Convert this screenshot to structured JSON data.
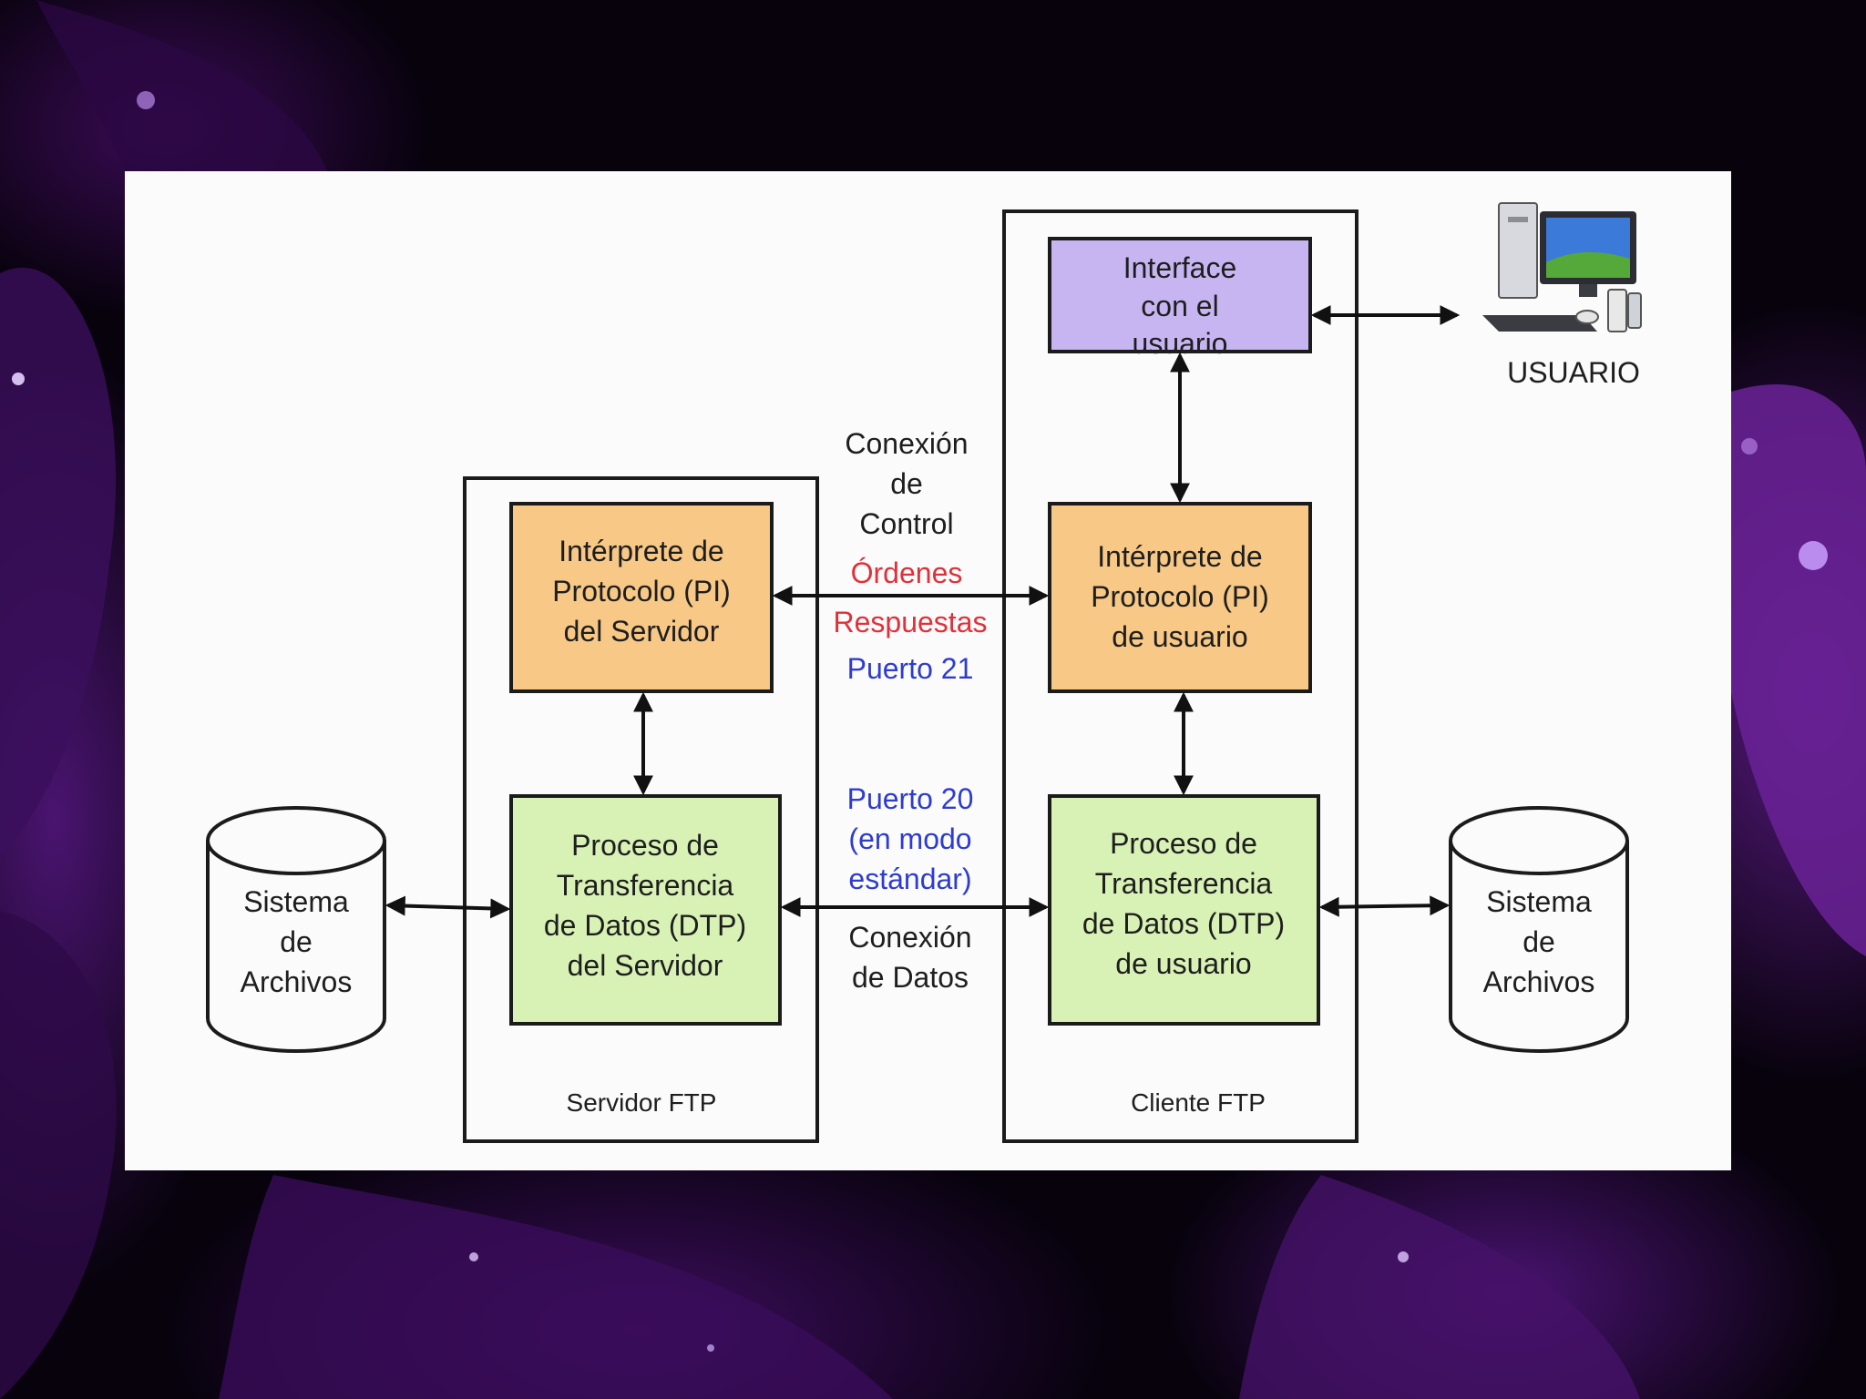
{
  "colors": {
    "purple_box": "#c7b5f2",
    "orange_box": "#f7c886",
    "green_box": "#d8f2b5",
    "red_text": "#e0313a",
    "blue_text": "#2e3ccf",
    "background": "#07020c",
    "accent_purple": "#6b24a0"
  },
  "icons": {
    "user_computer": "desktop-computer-icon"
  },
  "diagram": {
    "user": {
      "label": "USUARIO"
    },
    "interface": {
      "line1": "Interface",
      "line2": "con el",
      "line3": "usuario"
    },
    "control": {
      "line1": "Conexión",
      "line2": "de",
      "line3": "Control",
      "orders": "Órdenes",
      "responses": "Respuestas",
      "port": "Puerto 21"
    },
    "data_conn": {
      "port_line1": "Puerto 20",
      "port_line2": "(en modo",
      "port_line3": "estándar)",
      "line1": "Conexión",
      "line2": "de Datos"
    },
    "server": {
      "title": "Servidor FTP",
      "pi": {
        "line1": "Intérprete de",
        "line2": "Protocolo (PI)",
        "line3": "del Servidor"
      },
      "dtp": {
        "line1": "Proceso de",
        "line2": "Transferencia",
        "line3": "de Datos (DTP)",
        "line4": "del Servidor"
      }
    },
    "client": {
      "title": "Cliente FTP",
      "pi": {
        "line1": "Intérprete de",
        "line2": "Protocolo (PI)",
        "line3": "de usuario"
      },
      "dtp": {
        "line1": "Proceso de",
        "line2": "Transferencia",
        "line3": "de Datos (DTP)",
        "line4": "de usuario"
      }
    },
    "fs_left": {
      "line1": "Sistema",
      "line2": "de",
      "line3": "Archivos"
    },
    "fs_right": {
      "line1": "Sistema",
      "line2": "de",
      "line3": "Archivos"
    }
  }
}
